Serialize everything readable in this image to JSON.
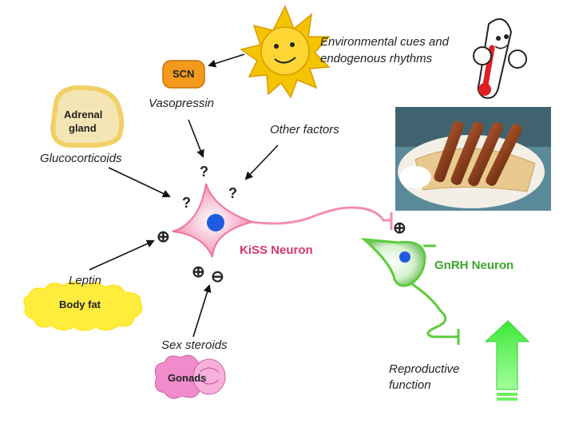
{
  "labels": {
    "environmental_cues": "Environmental cues and",
    "endogenous_rhythms": "endogenous rhythms",
    "scn": "SCN",
    "vasopressin": "Vasopressin",
    "adrenal_line1": "Adrenal",
    "adrenal_line2": "gland",
    "glucocorticoids": "Glucocorticoids",
    "other_factors": "Other factors",
    "kiss_neuron": "KiSS Neuron",
    "gnrh_neuron": "GnRH Neuron",
    "leptin": "Leptin",
    "body_fat": "Body fat",
    "sex_steroids": "Sex steroids",
    "gonads": "Gonads",
    "reproductive_line1": "Reproductive",
    "reproductive_line2": "function",
    "question_mark": "?",
    "plus": "⊕",
    "minus": "⊖"
  },
  "colors": {
    "sun": "#f5c400",
    "scn": "#f39a1c",
    "adrenal_fill": "#f4e6b4",
    "adrenal_border": "#f2d066",
    "body_fat": "#ffec3d",
    "kiss_neuron": "#f28db2",
    "neuron_nucleus": "#1e5be0",
    "gnrh_neuron": "#5ccc3a",
    "gonads": "#f08ccc",
    "arrow_up": "#66ff5a",
    "kiss_label": "#d8366c",
    "gnrh_label": "#3aa82a"
  }
}
